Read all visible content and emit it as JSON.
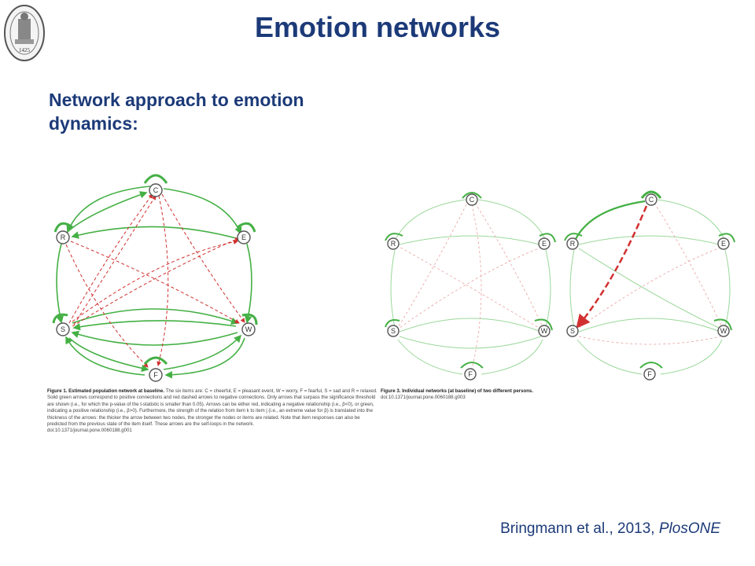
{
  "title": "Emotion networks",
  "subtitle": "Network approach to emotion dynamics:",
  "logo": {
    "name": "university-seal",
    "text": "1425"
  },
  "figure1": {
    "caption_bold": "Figure 1. Estimated population network at baseline.",
    "caption_rest": "The six items are: C = cheerful, E = pleasant event, W = worry, F = fearful, S = sad and R = relaxed. Solid green arrows correspond to positive connections and red dashed arrows to negative connections. Only arrows that surpass the significance threshold are shown (i.e., for which the p-value of the t-statistic is smaller than 0.05). Arrows can be either red, indicating a negative relationship (i.e., β<0), or green, indicating a positive relationship (i.e., β>0). Furthermore, the strength of the relation from item k to item j (i.e., an extreme value for β) is translated into the thickness of the arrows: the thicker the arrow between two nodes, the stronger the nodes or items are related. Note that item responses can also be predicted from the previous state of the item itself. These arrows are the self-loops in the network.",
    "doi": "doi:10.1371/journal.pone.0060188.g001",
    "nodes": [
      "C",
      "E",
      "W",
      "F",
      "S",
      "R"
    ]
  },
  "figure3": {
    "caption_bold": "Figure 3. Individual networks (at baseline) of two different persons.",
    "doi": "doi:10.1371/journal.pone.0060188.g003"
  },
  "citation": {
    "authors": "Bringmann et al., 2013,",
    "journal": "PlosONE"
  },
  "colors": {
    "title": "#1c3a78",
    "positive": "#44b044",
    "negative": "#d23030"
  }
}
